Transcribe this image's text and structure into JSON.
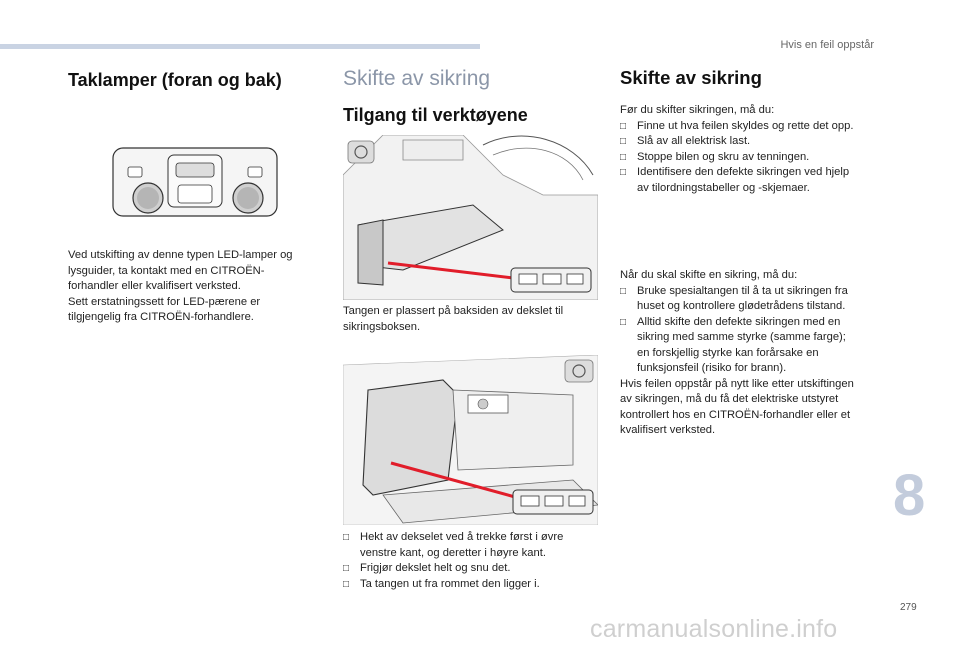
{
  "header": {
    "section": "Hvis en feil oppstår"
  },
  "chapter_number": "8",
  "page_number": "279",
  "watermark": "carmanualsonline.info",
  "col1": {
    "title": "Taklamper (foran og bak)",
    "para1": "Ved utskifting av denne typen LED-lamper og lysguider, ta kontakt med en CITROËN-forhandler eller kvalifisert verksted.",
    "para2": "Sett erstatningssett for LED-pærene er tilgjengelig fra CITROËN-forhandlere."
  },
  "col2": {
    "title": "Skifte av sikring",
    "subtitle": "Tilgang til verktøyene",
    "caption": "Tangen er plassert på baksiden av dekslet til sikringsboksen.",
    "steps": [
      "Hekt av dekselet ved å trekke først i øvre venstre kant, og deretter i høyre kant.",
      "Frigjør dekslet helt og snu det.",
      "Ta tangen ut fra rommet den ligger i."
    ]
  },
  "col3": {
    "title": "Skifte av sikring",
    "intro": "Før du skifter sikringen, må du:",
    "before": [
      "Finne ut hva feilen skyldes og rette det opp.",
      "Slå av all elektrisk last.",
      "Stoppe bilen og skru av tenningen.",
      "Identifisere den defekte sikringen ved hjelp av tilordningstabeller og -skjemaer."
    ],
    "intro2": "Når du skal skifte en sikring, må du:",
    "during": [
      "Bruke spesialtangen til å ta ut sikringen fra huset og kontrollere glødetrådens tilstand.",
      "Alltid skifte den defekte sikringen med en sikring med samme styrke (samme farge); en forskjellig styrke kan forårsake en funksjonsfeil (risiko for brann)."
    ],
    "outro": "Hvis feilen oppstår på nytt like etter utskiftingen av sikringen, må du få det elektriske utstyret kontrollert hos en CITROËN-forhandler eller et kvalifisert verksted."
  }
}
